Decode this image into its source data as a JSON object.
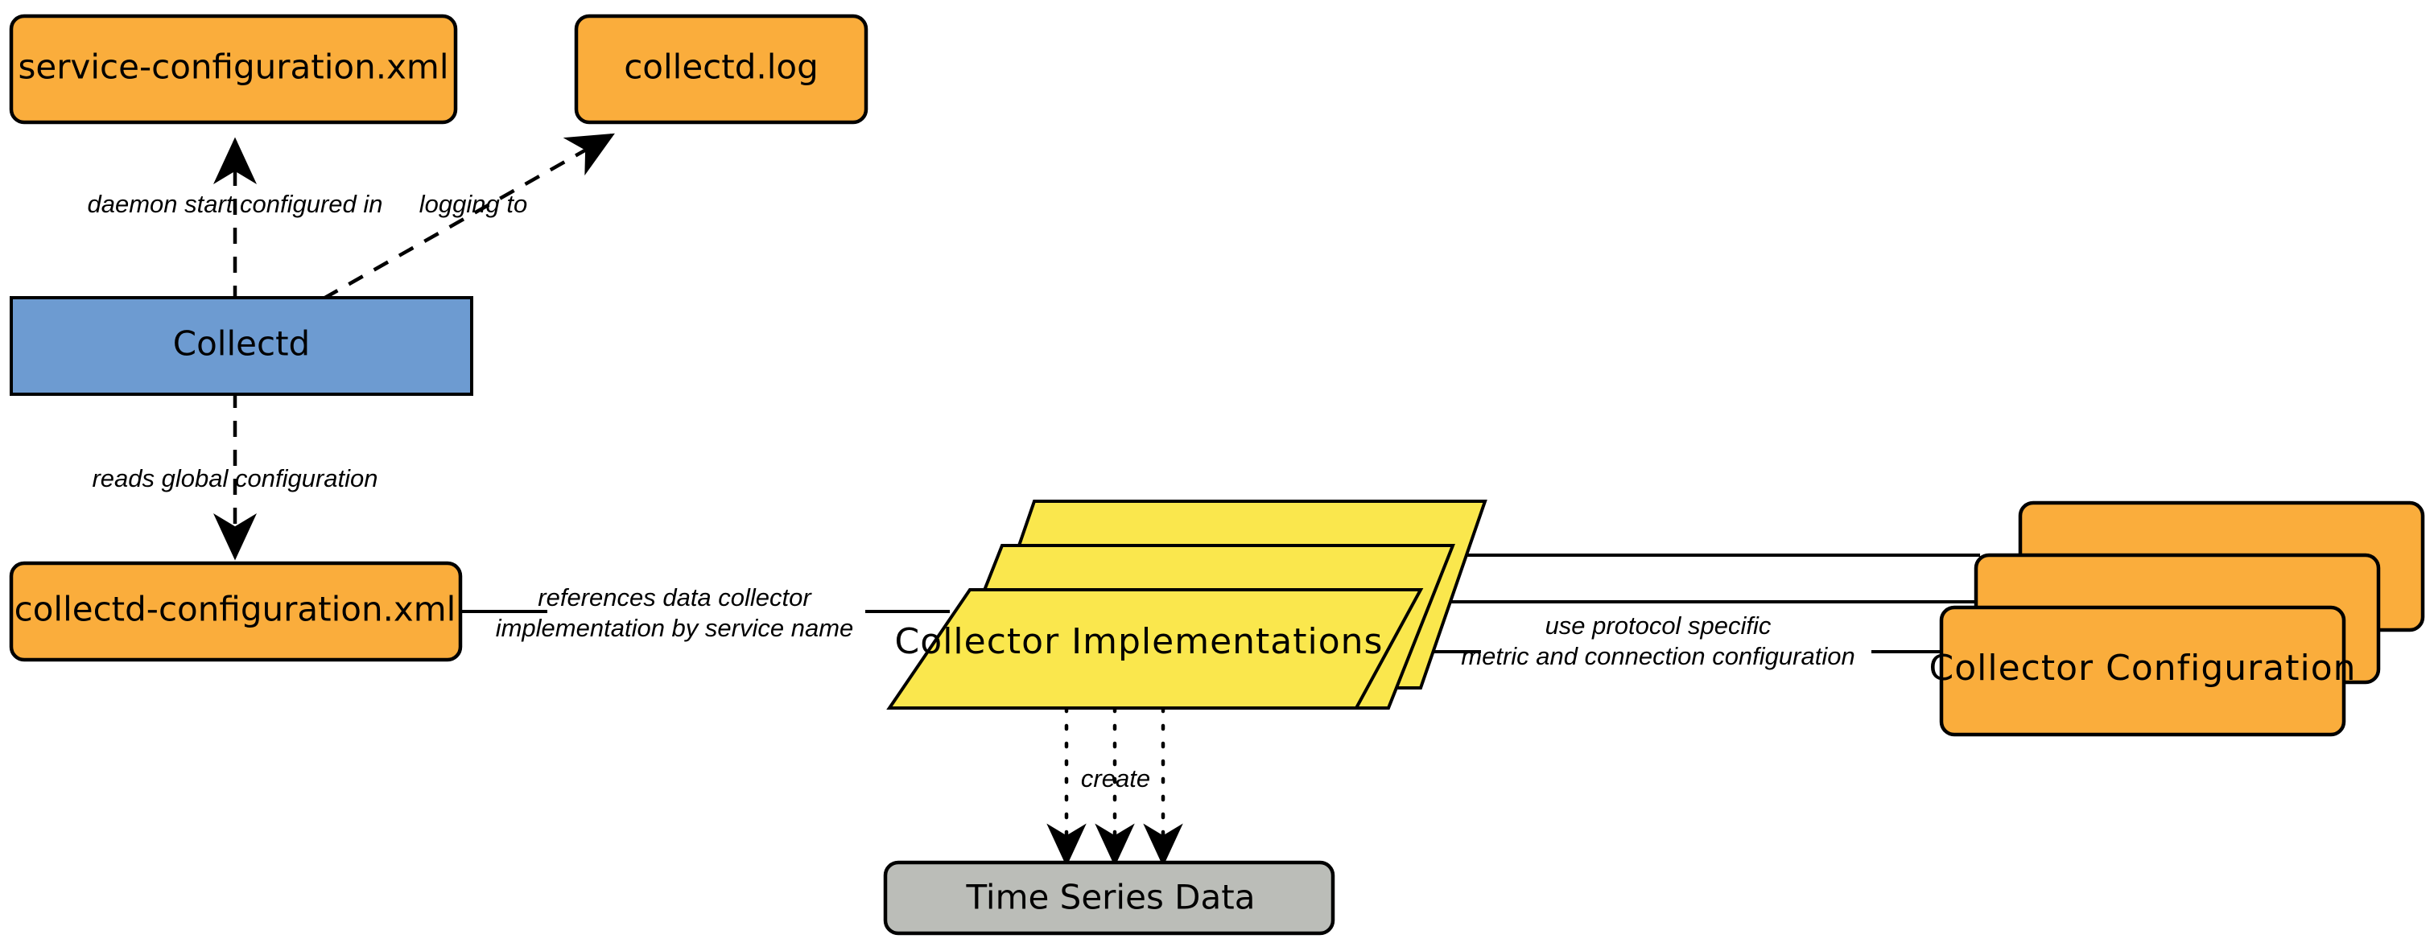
{
  "diagram": {
    "title": "Collectd architecture overview",
    "background": "#ffffff",
    "colors": {
      "orange": "#faad3c",
      "blue": "#6d9bd1",
      "yellow": "#fae74d",
      "gray": "#bbbdb8",
      "stroke": "#000000"
    },
    "nodes": [
      {
        "id": "service-configuration-xml",
        "label": "service-configuration.xml",
        "shape": "rounded-rect",
        "color": "#faad3c"
      },
      {
        "id": "collectd-log",
        "label": "collectd.log",
        "shape": "rounded-rect",
        "color": "#faad3c"
      },
      {
        "id": "collectd",
        "label": "Collectd",
        "shape": "rect",
        "color": "#6d9bd1"
      },
      {
        "id": "collectd-configuration-xml",
        "label": "collectd-configuration.xml",
        "shape": "rounded-rect",
        "color": "#faad3c"
      },
      {
        "id": "collector-implementations",
        "label": "Collector Implementations",
        "shape": "stacked-parallelogram",
        "color": "#fae74d"
      },
      {
        "id": "collector-configuration",
        "label": "Collector   Configuration",
        "shape": "stacked-rounded-rect",
        "color": "#faad3c"
      },
      {
        "id": "time-series-data",
        "label": "Time Series Data",
        "shape": "rounded-rect",
        "color": "#bbbdb8"
      }
    ],
    "edges": [
      {
        "id": "daemon-start",
        "from": "collectd",
        "to": "service-configuration-xml",
        "style": "dashed",
        "arrow": true,
        "label": "daemon start configured in"
      },
      {
        "id": "logging-to",
        "from": "collectd",
        "to": "collectd-log",
        "style": "dashed",
        "arrow": true,
        "label": "logging to"
      },
      {
        "id": "reads-global-configuration",
        "from": "collectd",
        "to": "collectd-configuration-xml",
        "style": "dashed",
        "arrow": true,
        "label": "reads global configuration"
      },
      {
        "id": "references-data-collector",
        "from": "collectd-configuration-xml",
        "to": "collector-implementations",
        "style": "solid",
        "arrow": false,
        "label_line1": "references data collector",
        "label_line2": "implementation by service name"
      },
      {
        "id": "use-protocol-specific",
        "from": "collector-implementations",
        "to": "collector-configuration",
        "style": "solid",
        "arrow": false,
        "label_line1": "use protocol specific",
        "label_line2": "metric and connection configuration"
      },
      {
        "id": "create",
        "from": "collector-implementations",
        "to": "time-series-data",
        "style": "dotted",
        "arrow": true,
        "label": "create"
      }
    ]
  }
}
